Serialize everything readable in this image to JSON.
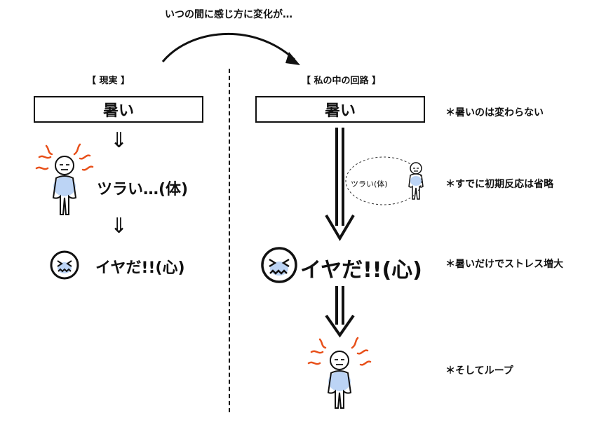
{
  "top_caption": "いつの間に感じ方に変化が…",
  "left": {
    "header": "【 現実 】",
    "box_label": "暑い",
    "body_label": "ツラい…(体)",
    "mind_label": "イヤだ!!(心)"
  },
  "right": {
    "header": "【 私の中の回路 】",
    "box_label": "暑い",
    "bubble_label": "ツラい(体)",
    "mind_label": "イヤだ!!(心)"
  },
  "notes": [
    "＊暑いのは変わらない",
    "＊すでに初期反応は省略",
    "＊暑いだけでストレス増大",
    "＊そしてループ"
  ],
  "colors": {
    "ink": "#111111",
    "heat_lines": "#e8501a",
    "body_glow": "#8fb8ee"
  }
}
